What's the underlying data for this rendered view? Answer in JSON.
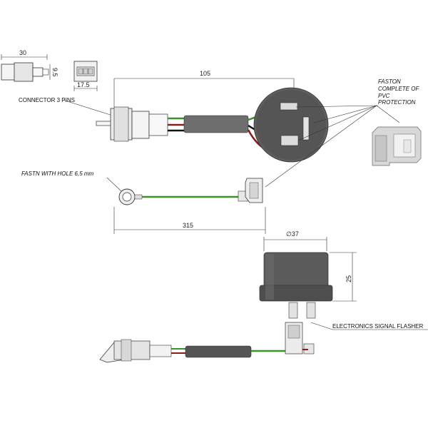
{
  "dimensions": {
    "connector_length": "30",
    "connector_height": "9.5",
    "connector_width": "17.5",
    "cable_length_top": "105",
    "cable_length_ring": "315",
    "flasher_diameter": "∅37",
    "flasher_height": "25"
  },
  "labels": {
    "connector": "CONNECTOR 3 PINS",
    "faston_line1": "FASTON",
    "faston_line2": "COMPLETE OF",
    "faston_line3": "PVC",
    "faston_line4": "PROTECTION",
    "ring_terminal": "FASTN WITH HOLE 6,5 mm",
    "flasher": "ELECTRONICS SIGNAL FLASHER"
  },
  "colors": {
    "wire_green": "#3f8f2f",
    "wire_red": "#8a1c1c",
    "wire_black": "#111111",
    "sheath_gray": "#6e6e6e",
    "flasher_body": "#5b5b5b"
  }
}
